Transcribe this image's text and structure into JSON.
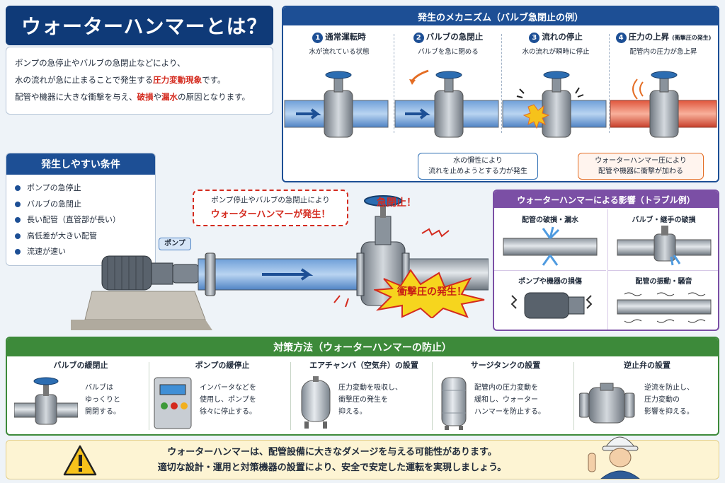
{
  "title": "ウォーターハンマーとは？",
  "intro": {
    "line1": "ポンプの急停止やバルブの急閉止などにより、",
    "line2_pre": "水の流れが急に止まることで発生する",
    "line2_em": "圧力変動現象",
    "line2_post": "です。",
    "line3_pre": "配管や機器に大きな衝撃を与え、",
    "line3_em1": "破損",
    "line3_mid": "や",
    "line3_em2": "漏水",
    "line3_post": "の原因となります。"
  },
  "mechanism": {
    "heading": "発生のメカニズム（バルブ急閉止の例）",
    "steps": [
      {
        "num": "1",
        "title": "通常運転時",
        "sub": "水が流れている状態"
      },
      {
        "num": "2",
        "title": "バルブの急閉止",
        "sub": "バルブを急に閉める"
      },
      {
        "num": "3",
        "title": "流れの停止",
        "sub": "水の流れが瞬時に停止"
      },
      {
        "num": "4",
        "title": "圧力の上昇",
        "title_note": "(衝撃圧の発生)",
        "sub": "配管内の圧力が急上昇"
      }
    ],
    "callout_inertia": [
      "水の慣性により",
      "流れを止めようとする力が発生"
    ],
    "callout_pressure": [
      "ウォーターハンマー圧により",
      "配管や機器に衝撃が加わる"
    ]
  },
  "conditions": {
    "heading": "発生しやすい条件",
    "items": [
      "ポンプの急停止",
      "バルブの急閉止",
      "長い配管（直管部が長い）",
      "高低差が大きい配管",
      "流速が速い"
    ]
  },
  "scene": {
    "pump_label": "ポンプ",
    "bubble_line1": "ポンプ停止やバルブの急閉止により",
    "bubble_line2": "ウォーターハンマーが発生！",
    "sudden_close": "急閉止！",
    "shock": "衝撃圧の発生！"
  },
  "effects": {
    "heading": "ウォーターハンマーによる影響（トラブル例）",
    "items": [
      "配管の破損・漏水",
      "バルブ・継手の破損",
      "ポンプや機器の損傷",
      "配管の振動・騒音"
    ]
  },
  "countermeasures": {
    "heading": "対策方法（ウォーターハンマーの防止）",
    "items": [
      {
        "title": "バルブの緩閉止",
        "desc": [
          "バルブは",
          "ゆっくりと",
          "開閉する。"
        ]
      },
      {
        "title": "ポンプの緩停止",
        "desc": [
          "インバータなどを",
          "使用し、ポンプを",
          "徐々に停止する。"
        ]
      },
      {
        "title": "エアチャンバ（空気弁）の設置",
        "desc": [
          "圧力変動を吸収し、",
          "衝撃圧の発生を",
          "抑える。"
        ]
      },
      {
        "title": "サージタンクの設置",
        "desc": [
          "配管内の圧力変動を",
          "緩和し、ウォーター",
          "ハンマーを防止する。"
        ]
      },
      {
        "title": "逆止弁の設置",
        "desc": [
          "逆流を防止し、",
          "圧力変動の",
          "影響を抑える。"
        ]
      }
    ]
  },
  "footer": {
    "line1": "ウォーターハンマーは、配管設備に大きなダメージを与える可能性があります。",
    "line2": "適切な設計・運用と対策機器の設置により、安全で安定した運転を実現しましょう。"
  }
}
